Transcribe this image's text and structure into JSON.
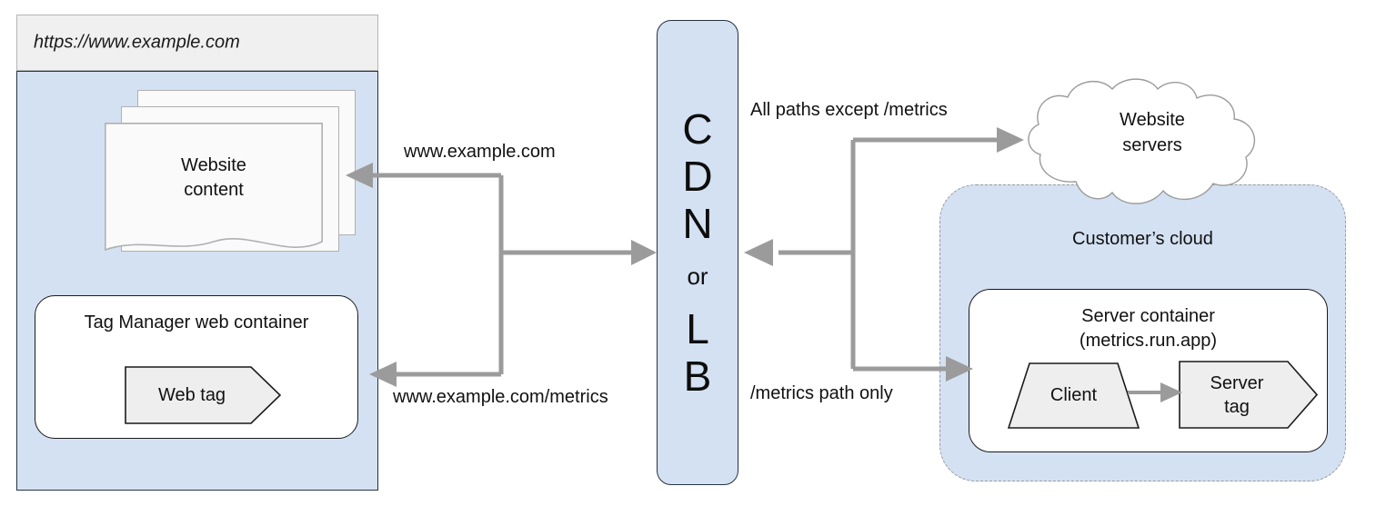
{
  "browser": {
    "url": "https://www.example.com"
  },
  "website_content": {
    "label_line1": "Website",
    "label_line2": "content"
  },
  "tag_manager": {
    "title": "Tag Manager web container",
    "web_tag_label": "Web tag"
  },
  "cdn": {
    "letters": [
      "C",
      "D",
      "N"
    ],
    "conjunction": "or",
    "letters2": [
      "L",
      "B"
    ]
  },
  "website_servers": {
    "label_line1": "Website",
    "label_line2": "servers"
  },
  "customer_cloud": {
    "title": "Customer’s cloud"
  },
  "server_container": {
    "title_line1": "Server container",
    "title_line2": "(metrics.run.app)",
    "client_label": "Client",
    "server_tag_line1": "Server",
    "server_tag_line2": "tag"
  },
  "edges": {
    "www_example": "www.example.com",
    "www_example_metrics": "www.example.com/metrics",
    "all_paths_except_metrics": "All paths except /metrics",
    "metrics_path_only": "/metrics path only"
  },
  "colors": {
    "panel_blue": "#d4e1f2",
    "chrome_gray": "#f0f0f0",
    "shape_gray": "#eeeeee",
    "wire_gray": "#9b9b9b",
    "outline_dark": "#1a1a1a",
    "page_white": "#fafafa"
  }
}
